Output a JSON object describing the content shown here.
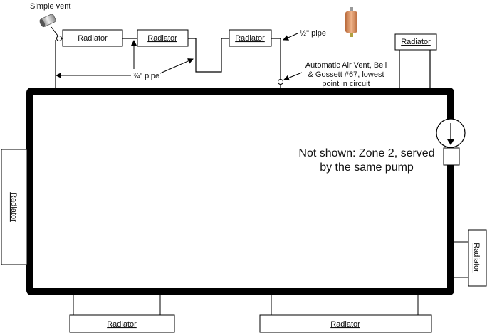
{
  "labels": {
    "simple_vent": "Simple vent",
    "radiator": "Radiator",
    "three_quarter_pipe": "¾\" pipe",
    "half_pipe": "½\" pipe",
    "auto_vent_line1": "Automatic Air Vent, Bell",
    "auto_vent_line2": "& Gossett #67, lowest",
    "auto_vent_line3": "point in circuit",
    "note_line1": "Not shown: Zone 2, served",
    "note_line2": "by the same pump"
  },
  "colors": {
    "pipe": "#000000",
    "vent_copper": "#d98c5a"
  }
}
